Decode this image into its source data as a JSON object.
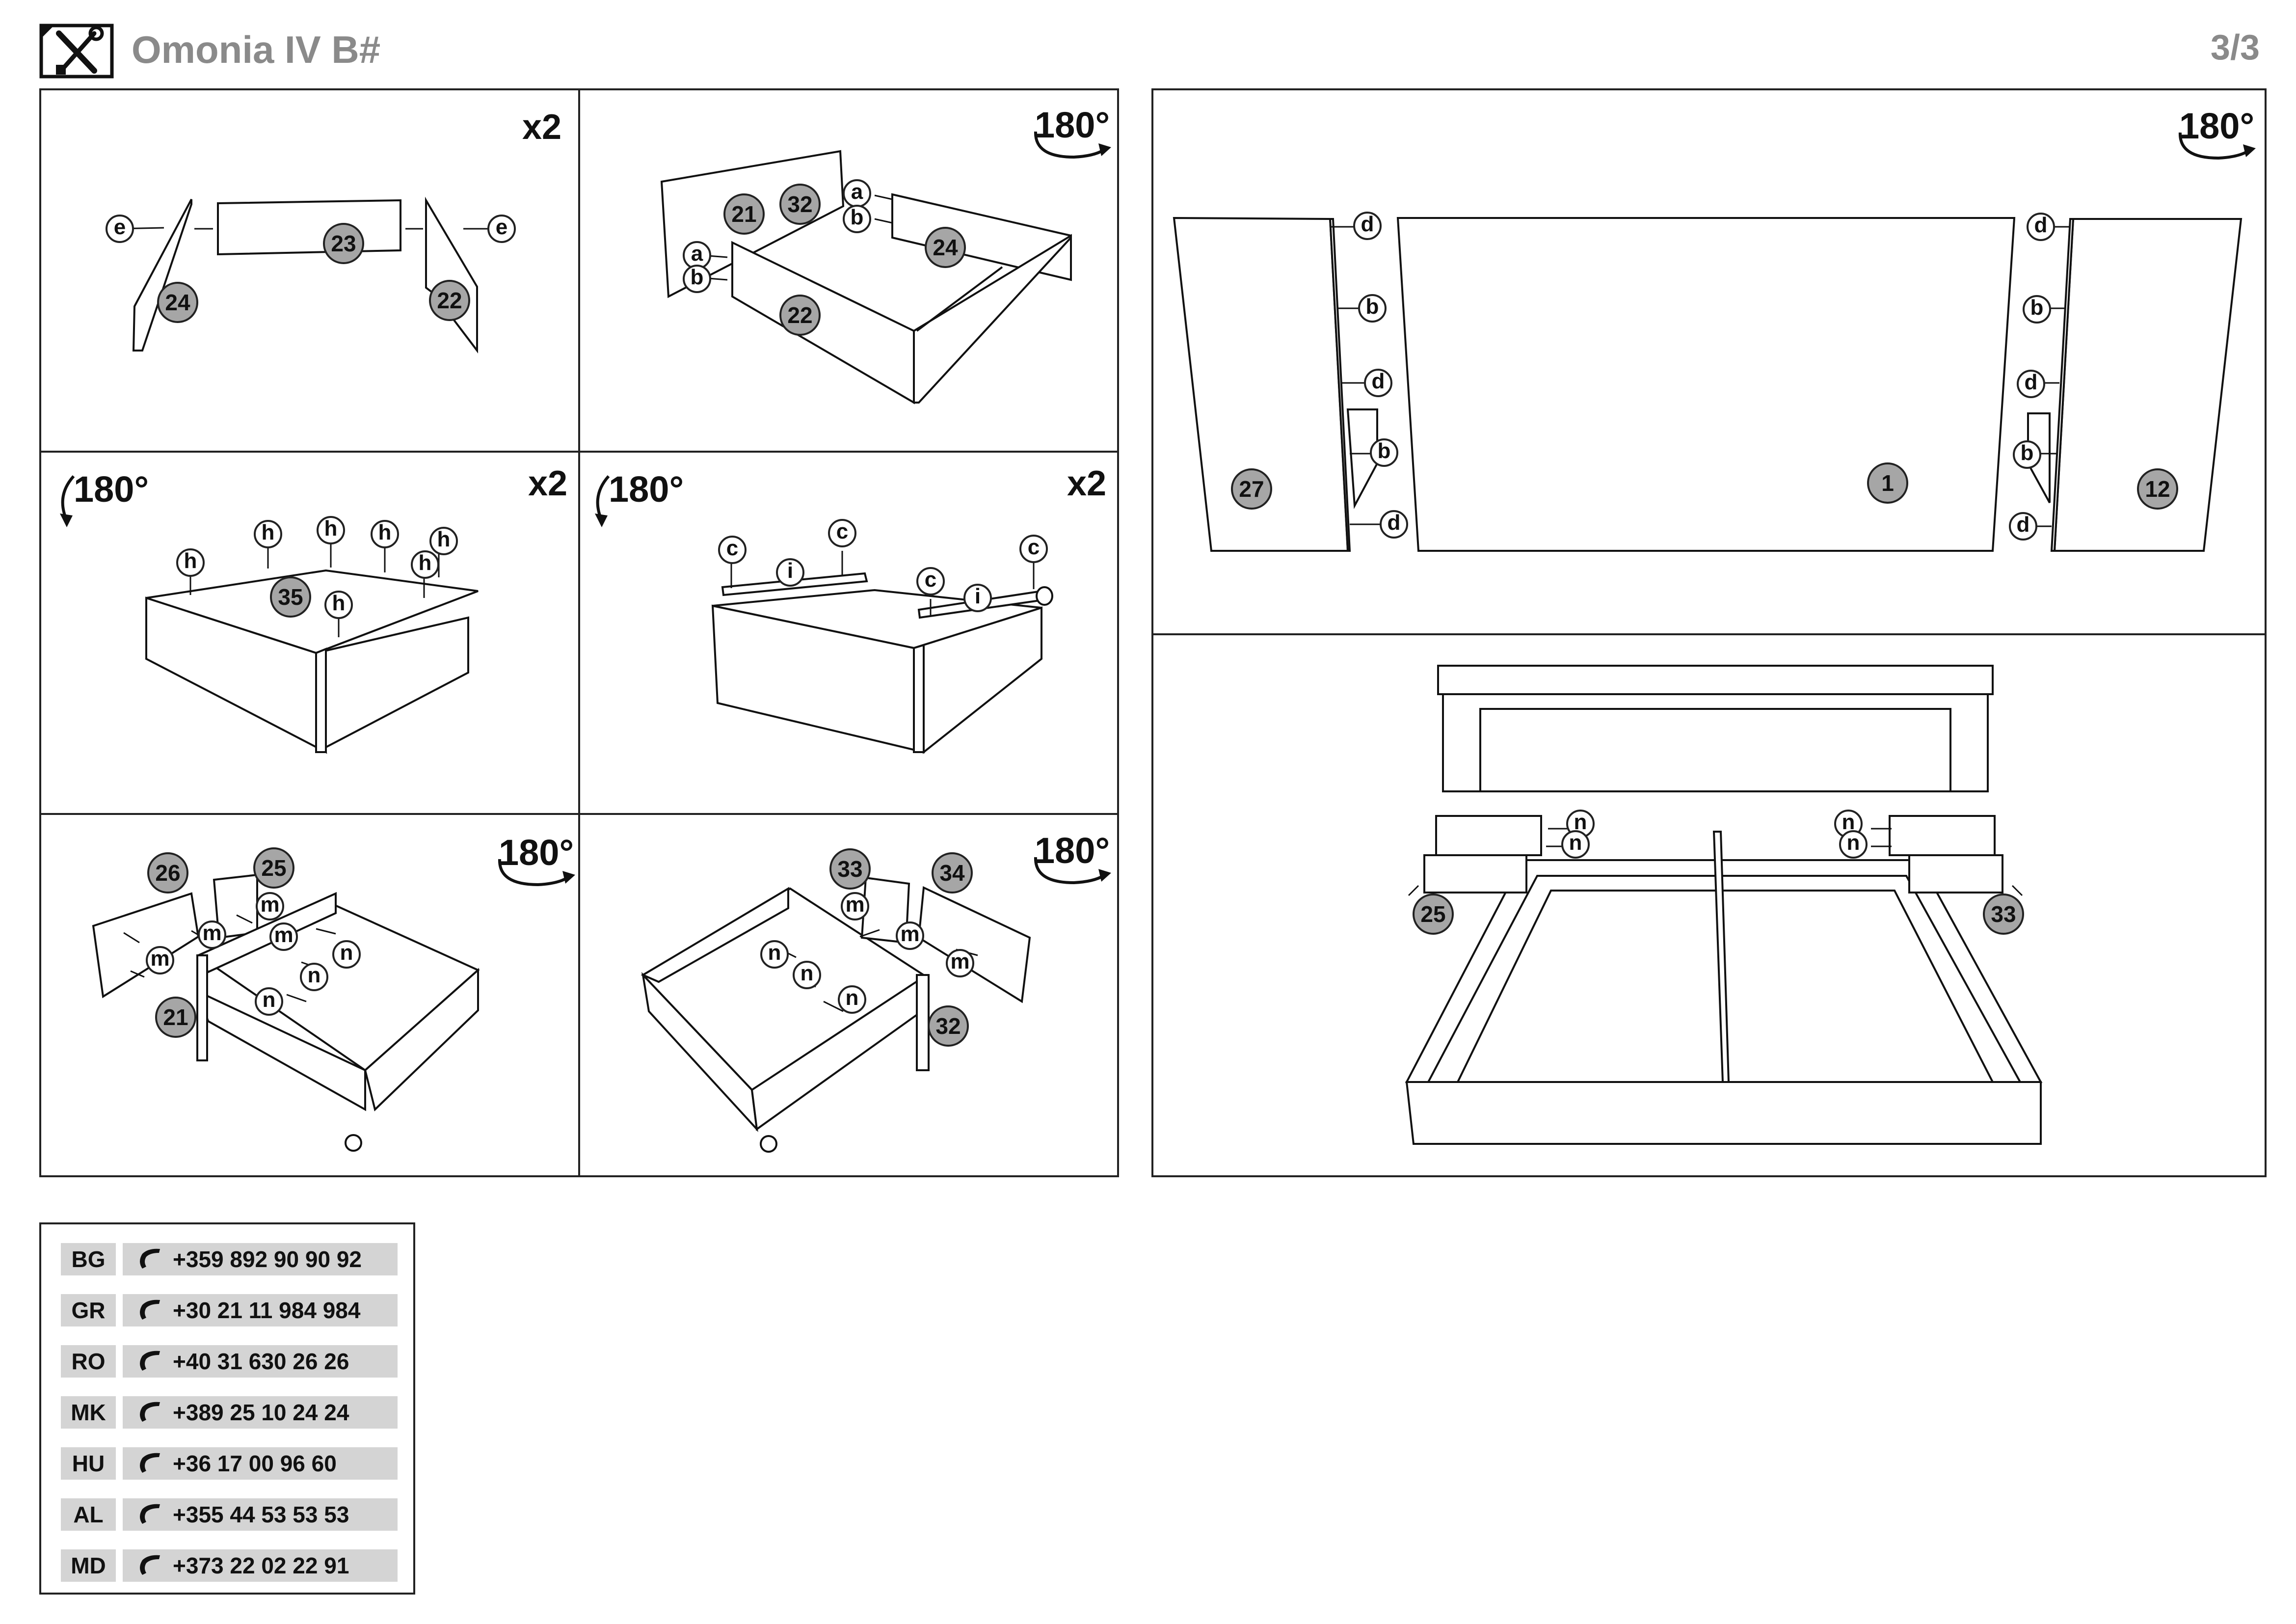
{
  "header": {
    "title": "Omonia IV B#",
    "page": "3/3"
  },
  "steps": {
    "s1": {
      "multiplier": "x2",
      "labels": [
        "e",
        "e"
      ],
      "parts": [
        "23",
        "24",
        "22"
      ]
    },
    "s2": {
      "rotation": "180°",
      "labels": [
        "a",
        "b",
        "a",
        "b"
      ],
      "parts": [
        "21",
        "32",
        "24",
        "22"
      ]
    },
    "s3": {
      "rotation": "180°",
      "multiplier": "x2",
      "labels": [
        "h",
        "h",
        "h",
        "h",
        "h",
        "h",
        "h"
      ],
      "parts": [
        "35"
      ]
    },
    "s4": {
      "rotation": "180°",
      "multiplier": "x2",
      "labels": [
        "c",
        "c",
        "c",
        "c",
        "i",
        "i"
      ]
    },
    "s5": {
      "rotation": "180°",
      "labels": [
        "m",
        "m",
        "m",
        "m",
        "n",
        "n",
        "n"
      ],
      "parts": [
        "26",
        "25",
        "21"
      ]
    },
    "s6": {
      "rotation": "180°",
      "labels": [
        "m",
        "m",
        "m",
        "n",
        "n",
        "n"
      ],
      "parts": [
        "33",
        "34",
        "32"
      ]
    },
    "s7": {
      "rotation": "180°",
      "labels": [
        "d",
        "b",
        "d",
        "b",
        "d",
        "d",
        "b",
        "d",
        "b",
        "d"
      ],
      "parts": [
        "27",
        "1",
        "12"
      ]
    },
    "s8": {
      "labels": [
        "n",
        "n",
        "n",
        "n"
      ],
      "parts": [
        "25",
        "33"
      ]
    }
  },
  "contacts": [
    {
      "code": "BG",
      "phone": "+359 892 90 90 92"
    },
    {
      "code": "GR",
      "phone": "+30 21 11 984 984"
    },
    {
      "code": "RO",
      "phone": "+40 31 630 26 26"
    },
    {
      "code": "MK",
      "phone": "+389 25 10 24 24"
    },
    {
      "code": "HU",
      "phone": "+36 17 00 96 60"
    },
    {
      "code": "AL",
      "phone": "+355 44 53 53 53"
    },
    {
      "code": "MD",
      "phone": "+373 22 02 22 91"
    }
  ],
  "icons": {
    "header": "tools-icon",
    "rotation": "rotate-arrow-icon",
    "phone": "phone-icon"
  }
}
